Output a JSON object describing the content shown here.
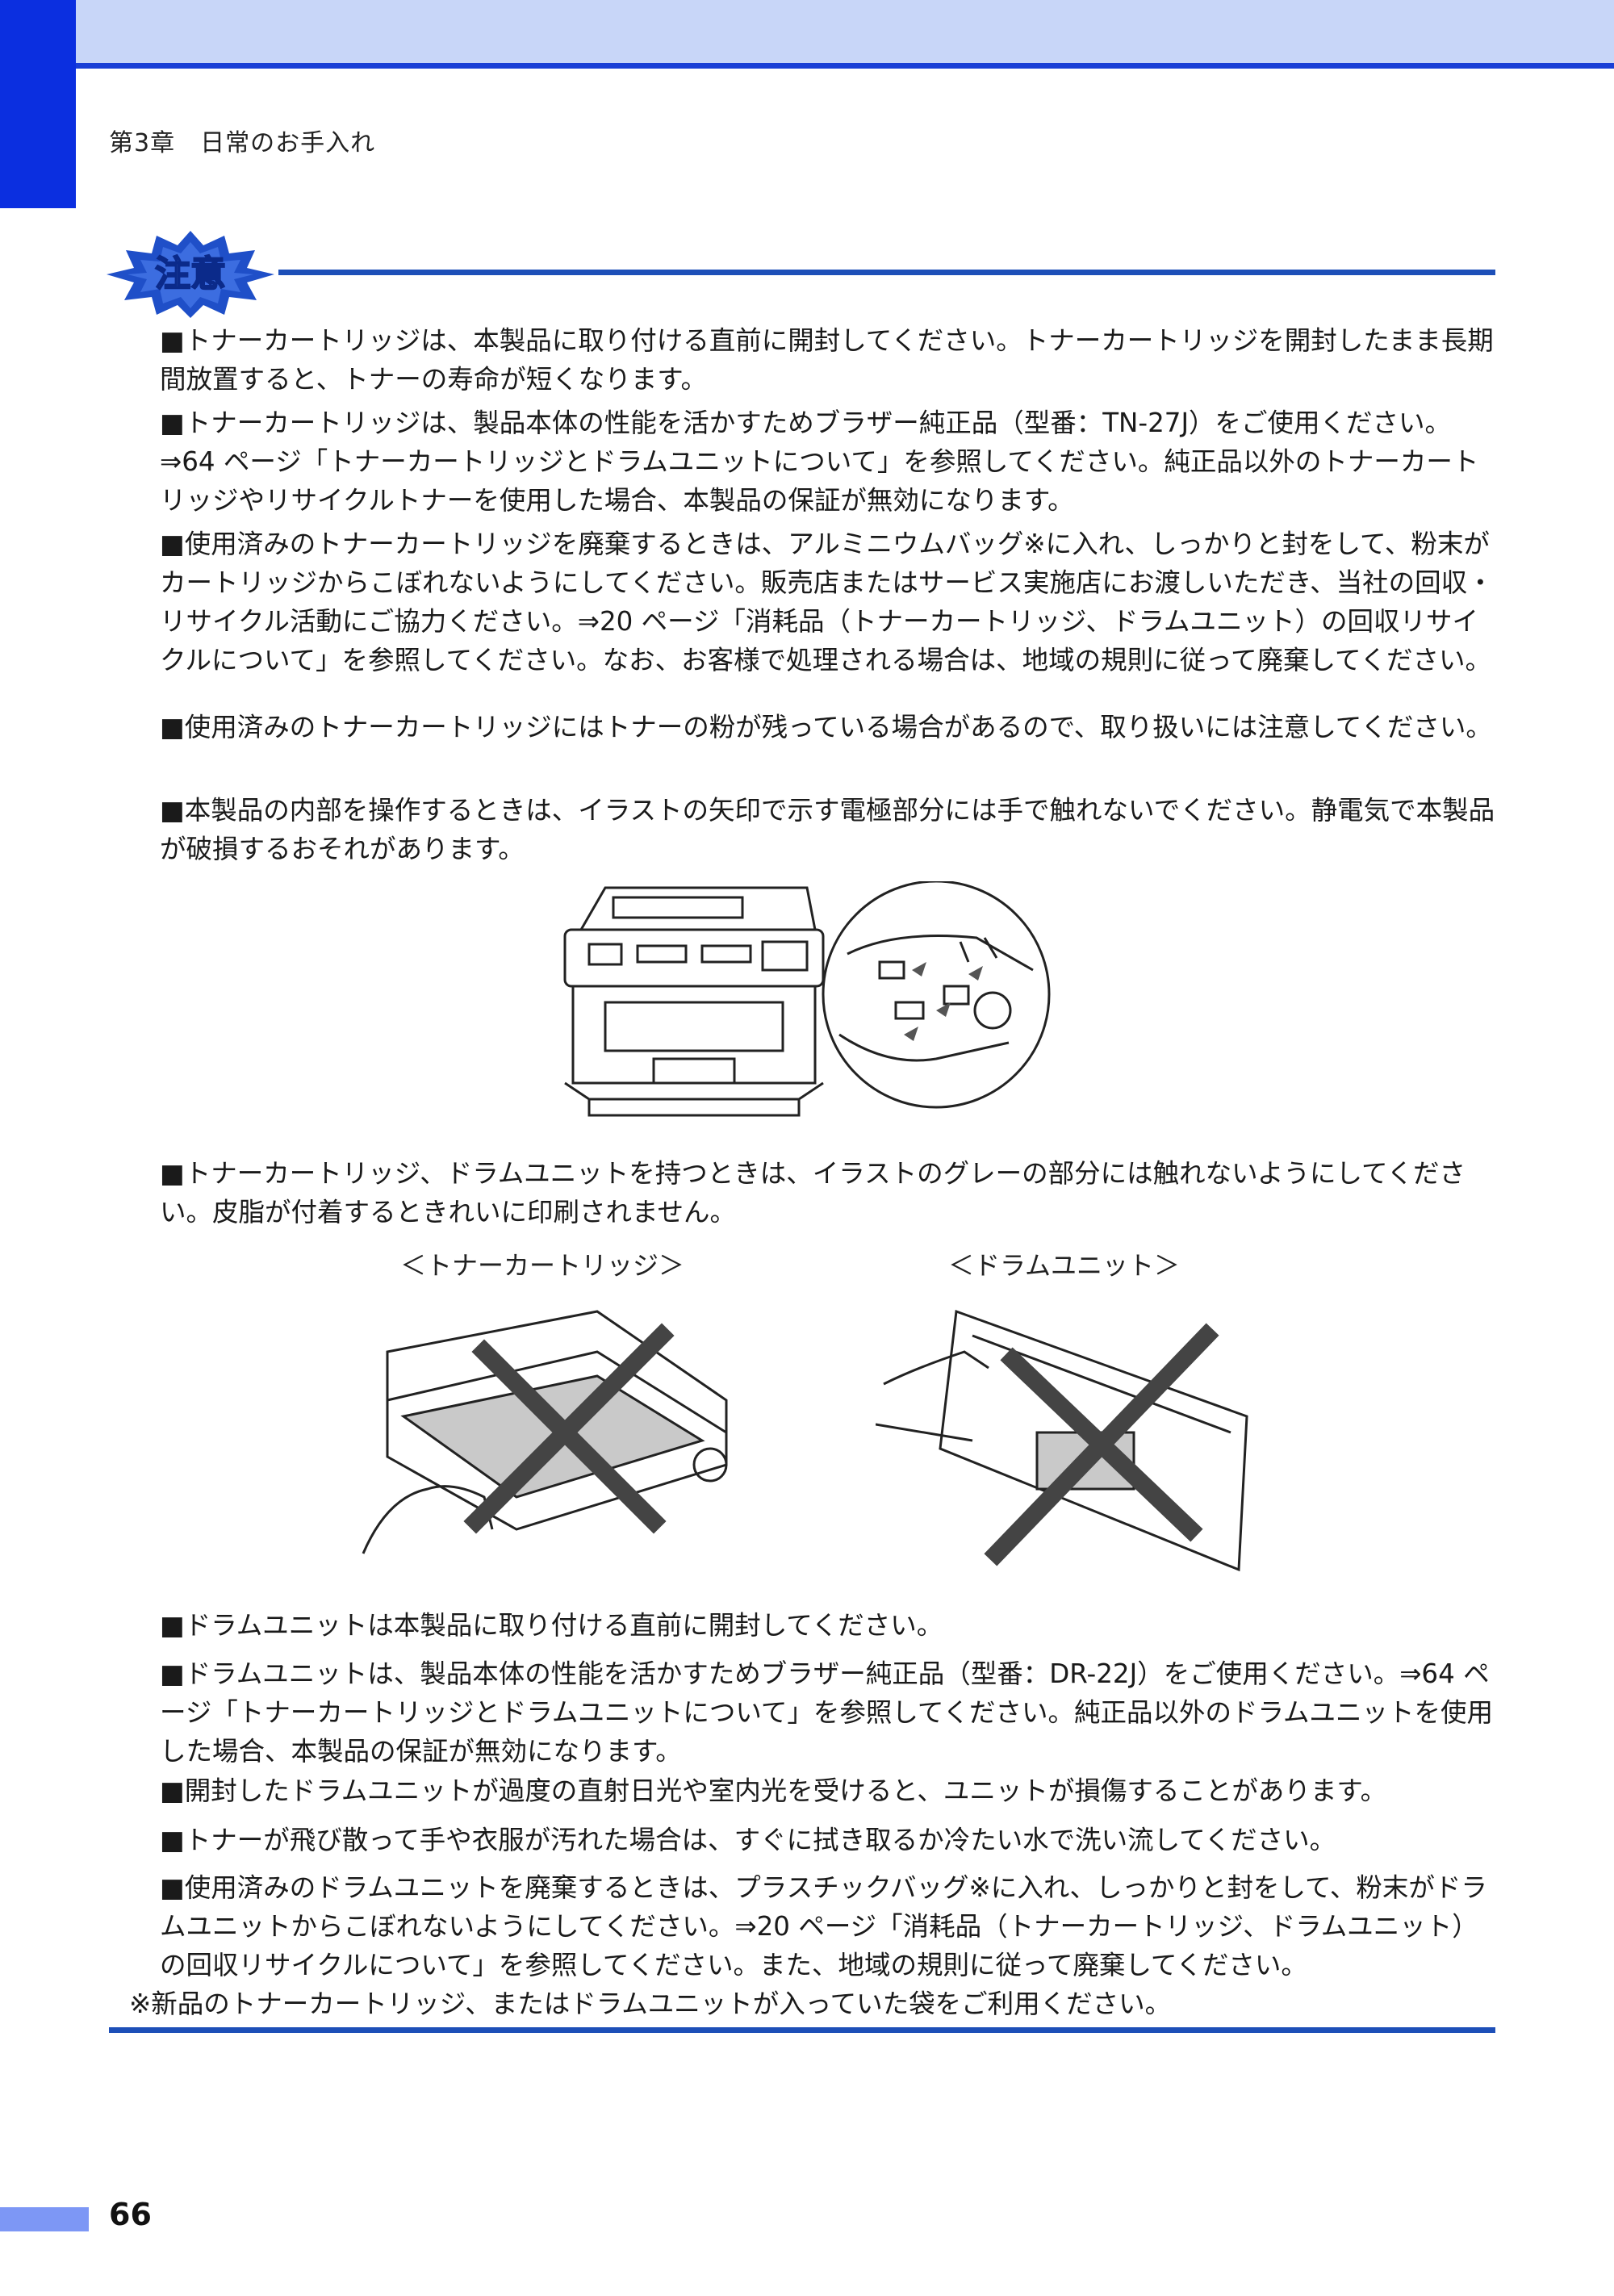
{
  "header": {
    "chapter": "第3章　日常のお手入れ"
  },
  "caution": {
    "badge_label": "注意"
  },
  "items": [
    "■トナーカートリッジは、本製品に取り付ける直前に開封してください。トナーカートリッジを開封したまま長期間放置すると、トナーの寿命が短くなります。",
    "■トナーカートリッジは、製品本体の性能を活かすためブラザー純正品（型番：TN-27J）をご使用ください。⇒64 ページ「トナーカートリッジとドラムユニットについて」を参照してください。純正品以外のトナーカートリッジやリサイクルトナーを使用した場合、本製品の保証が無効になります。",
    "■使用済みのトナーカートリッジを廃棄するときは、アルミニウムバッグ※に入れ、しっかりと封をして、粉末がカートリッジからこぼれないようにしてください。販売店またはサービス実施店にお渡しいただき、当社の回収・リサイクル活動にご協力ください。⇒20 ページ「消耗品（トナーカートリッジ、ドラムユニット）の回収リサイクルについて」を参照してください。なお、お客様で処理される場合は、地域の規則に従って廃棄してください。",
    "■使用済みのトナーカートリッジにはトナーの粉が残っている場合があるので、取り扱いには注意してください。",
    "■本製品の内部を操作するときは、イラストの矢印で示す電極部分には手で触れないでください。静電気で本製品が破損するおそれがあります。",
    "■トナーカートリッジ、ドラムユニットを持つときは、イラストのグレーの部分には触れないようにしてください。皮脂が付着するときれいに印刷されません。",
    "■ドラムユニットは本製品に取り付ける直前に開封してください。",
    "■ドラムユニットは、製品本体の性能を活かすためブラザー純正品（型番：DR-22J）をご使用ください。⇒64 ページ「トナーカートリッジとドラムユニットについて」を参照してください。純正品以外のドラムユニットを使用した場合、本製品の保証が無効になります。",
    "■開封したドラムユニットが過度の直射日光や室内光を受けると、ユニットが損傷することがあります。",
    "■トナーが飛び散って手や衣服が汚れた場合は、すぐに拭き取るか冷たい水で洗い流してください。",
    "■使用済みのドラムユニットを廃棄するときは、プラスチックバッグ※に入れ、しっかりと封をして、粉末がドラムユニットからこぼれないようにしてください。⇒20 ページ「消耗品（トナーカートリッジ、ドラムユニット）の回収リサイクルについて」を参照してください。また、地域の規則に従って廃棄してください。"
  ],
  "captions": {
    "toner": "＜トナーカートリッジ＞",
    "drum": "＜ドラムユニット＞"
  },
  "footnote": "※新品のトナーカートリッジ、またはドラムユニットが入っていた袋をご利用ください。",
  "page_number": "66"
}
